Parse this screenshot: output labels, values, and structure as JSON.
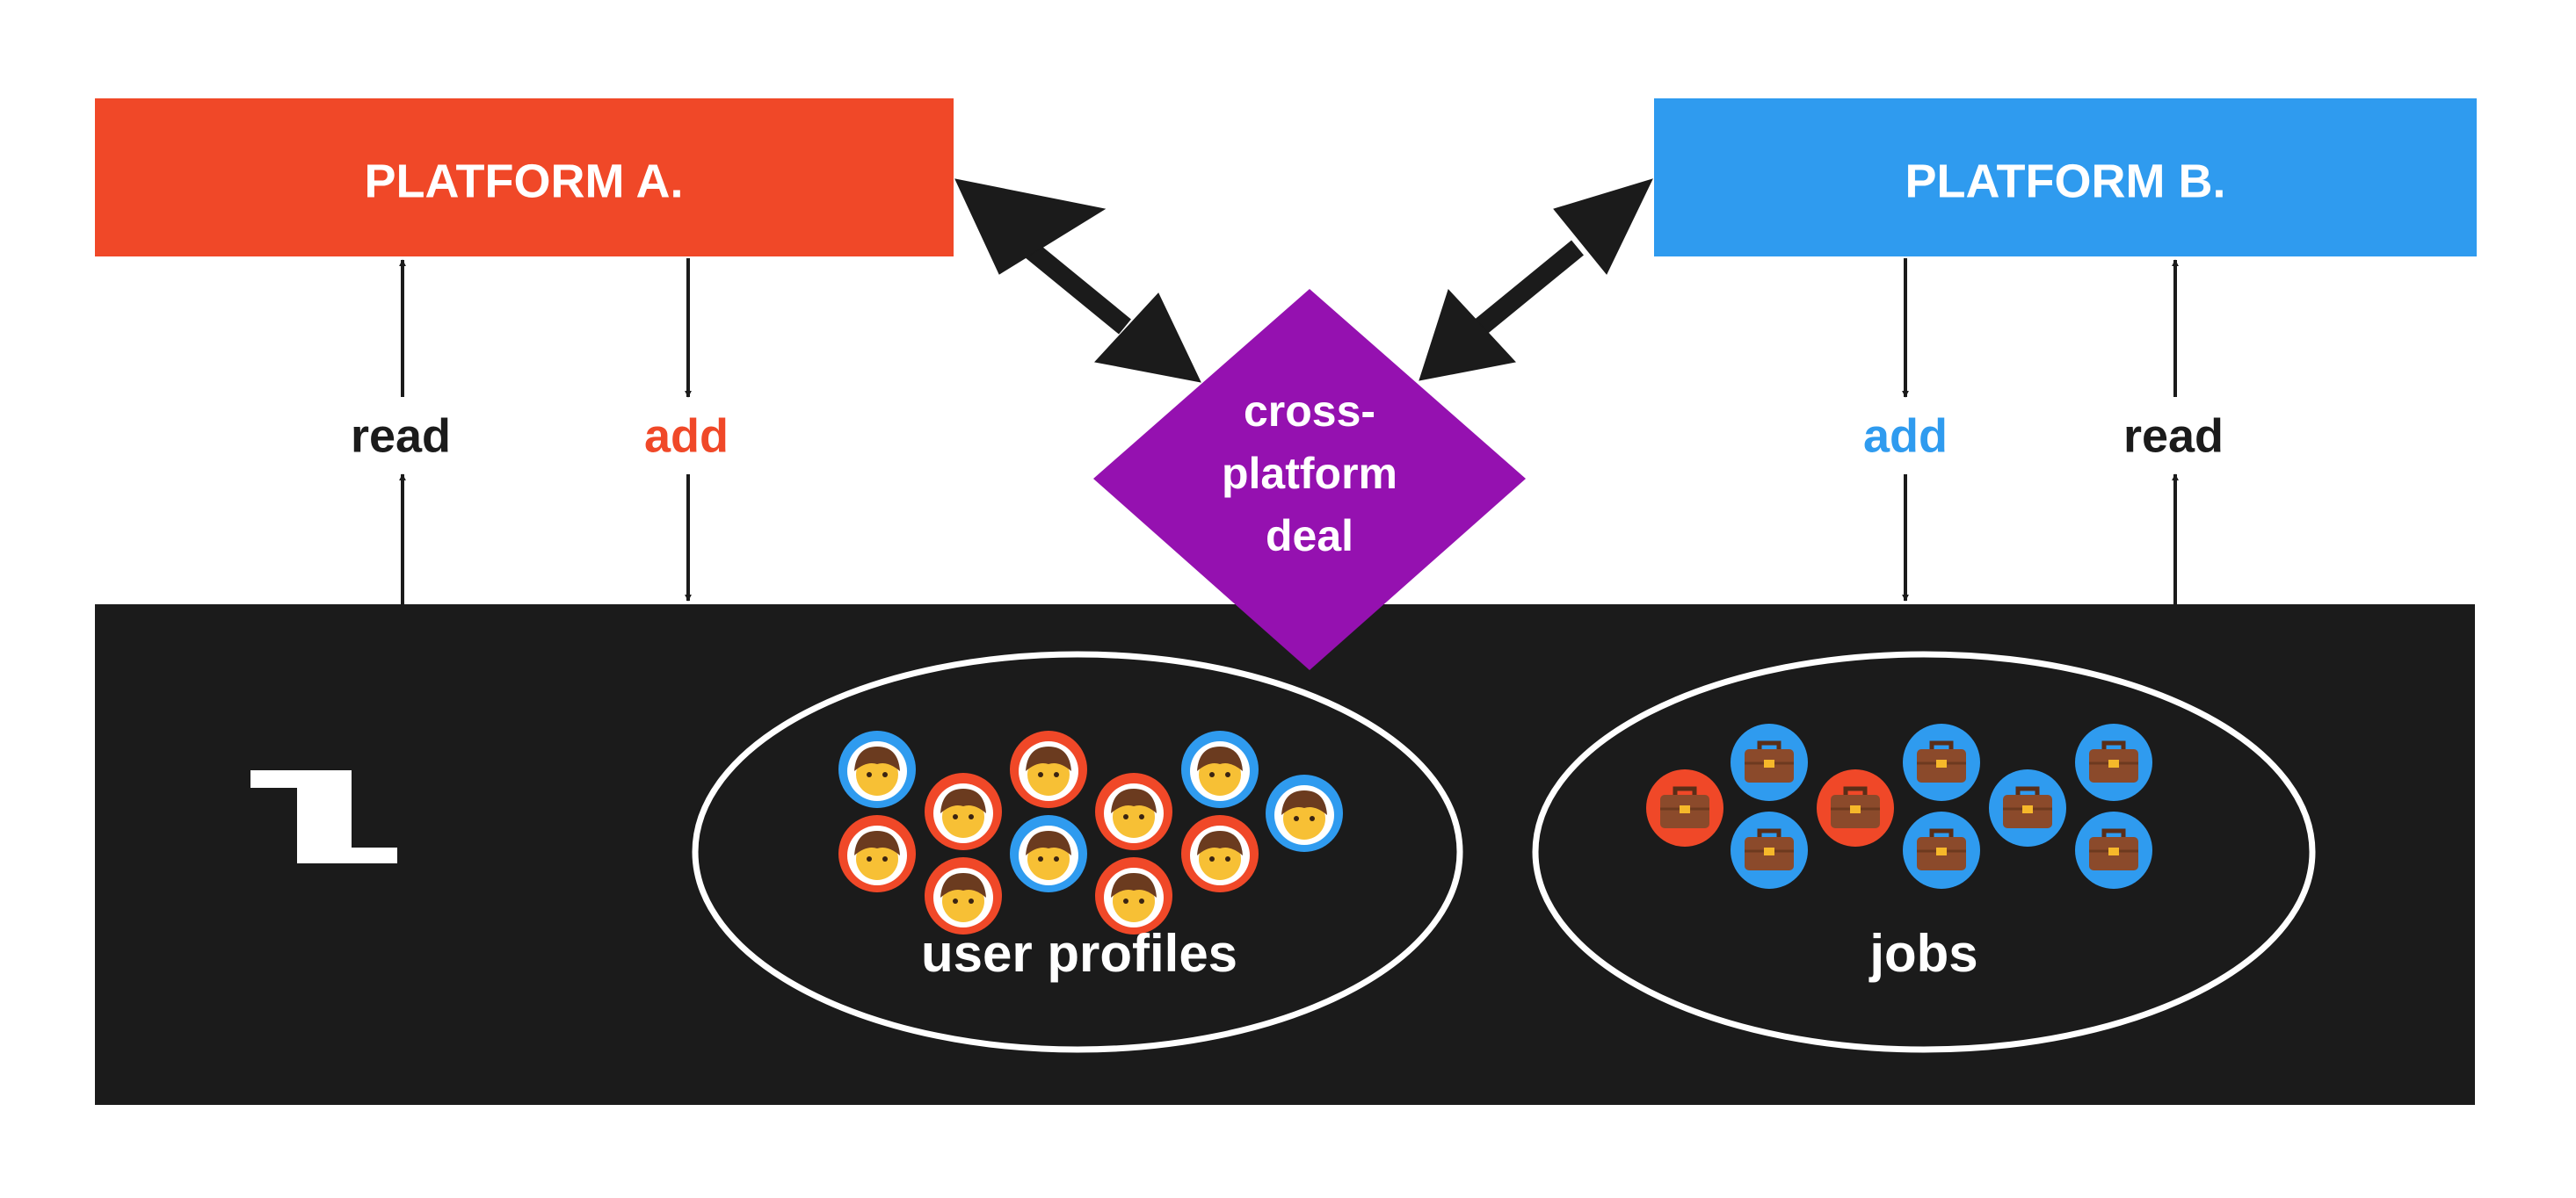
{
  "platform_a": {
    "label": "PLATFORM A.",
    "color": "#f04828"
  },
  "platform_b": {
    "label": "PLATFORM B.",
    "color": "#2f9bef"
  },
  "deal": {
    "label_lines": [
      "cross-",
      "platform",
      "deal"
    ],
    "color": "#9511b0"
  },
  "flows": {
    "a_read": {
      "label": "read",
      "color": "#1b1b1b"
    },
    "a_add": {
      "label": "add",
      "color": "#f04828"
    },
    "b_add": {
      "label": "add",
      "color": "#2f9bef"
    },
    "b_read": {
      "label": "read",
      "color": "#1b1b1b"
    }
  },
  "hub": {
    "background": "#1b1b1b",
    "logo_icon": "z-logo-icon"
  },
  "user_profiles": {
    "label": "user profiles",
    "icon": "person-icon",
    "items": [
      {
        "color": "blue"
      },
      {
        "color": "red"
      },
      {
        "color": "red"
      },
      {
        "color": "red"
      },
      {
        "color": "blue"
      },
      {
        "color": "blue"
      },
      {
        "color": "red"
      },
      {
        "color": "red"
      },
      {
        "color": "blue"
      },
      {
        "color": "red"
      },
      {
        "color": "red"
      }
    ]
  },
  "jobs": {
    "label": "jobs",
    "icon": "briefcase-icon",
    "items": [
      {
        "color": "red"
      },
      {
        "color": "blue"
      },
      {
        "color": "blue"
      },
      {
        "color": "red"
      },
      {
        "color": "blue"
      },
      {
        "color": "blue"
      },
      {
        "color": "blue"
      },
      {
        "color": "blue"
      },
      {
        "color": "blue"
      }
    ]
  },
  "colors": {
    "red": "#f04828",
    "blue": "#2f9bef",
    "white": "#ffffff",
    "skin": "#f7c035",
    "hair": "#6b3b1f",
    "bag": "#8b4a2b",
    "clasp": "#f6b82a"
  }
}
